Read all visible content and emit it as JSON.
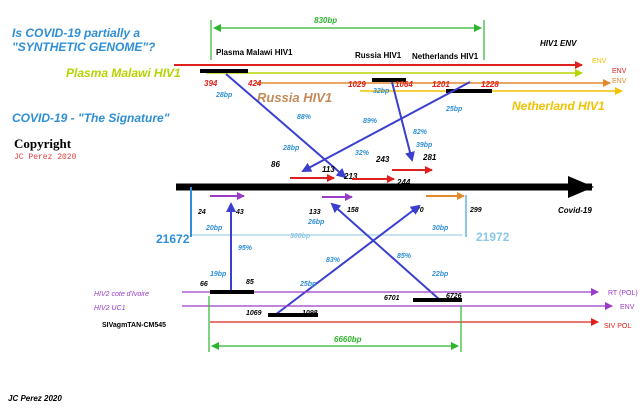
{
  "title_question": "Is COVID-19 partially a \"SYNTHETIC GENOME\"?",
  "subtitle_signature": "COVID-19 - \"The Signature\"",
  "copyright": "Copyright",
  "copyright_author": "JC Perez 2020",
  "footer_author": "JC Perez 2020",
  "top_span": "830bp",
  "bottom_span": "6660bp",
  "labels": {
    "plasma_malawi_top": "Plasma Malawi HIV1",
    "russia_top": "Russia HIV1",
    "netherlands_top": "Netherlands HIV1",
    "hiv1_env": "HIV1 ENV",
    "plasma_malawi_big": "Plasma Malawi HIV1",
    "russia_big": "Russia HIV1",
    "netherlands_big": "Netherland HIV1",
    "covid19": "Covid-19",
    "env1": "ENV",
    "env2": "ENV",
    "env3": "ENV",
    "hiv2_cote": "HIV2 cote d'Ivoire",
    "hiv2_uc1": "HIV2 UC1",
    "siv": "SIVagmTAN-CM545",
    "rt_pol": "RT (POL)",
    "env_bottom": "ENV",
    "siv_pol": "SIV POL"
  },
  "positions": {
    "p394": "394",
    "p424": "424",
    "p1029": "1029",
    "p1064": "1064",
    "p1201": "1201",
    "p1228": "1228",
    "c86": "86",
    "c113": "113",
    "c213": "213",
    "c243": "243",
    "c244": "244",
    "c281": "281",
    "c24": "24",
    "c43": "43",
    "c133": "133",
    "c158": "158",
    "c270": "270",
    "c299": "299",
    "g21672": "21672",
    "g21972": "21972",
    "h66": "66",
    "h85": "85",
    "h1069": "1069",
    "h1098": "1098",
    "h6701": "6701",
    "h6726": "6726"
  },
  "lengths": {
    "l28a": "28bp",
    "l32a": "32bp",
    "l25a": "25bp",
    "l28b": "28bp",
    "l39": "39bp",
    "l20": "20bp",
    "l300": "300bp",
    "l26": "26bp",
    "l30": "30bp",
    "l19": "19bp",
    "l25b": "25bp",
    "l22": "22bp"
  },
  "identities": {
    "i88": "88%",
    "i89": "89%",
    "i82": "82%",
    "i32": "32%",
    "i95": "95%",
    "i83": "83%",
    "i85": "85%"
  },
  "colors": {
    "blue_arrow": "#3a3fd0",
    "red": "#e0201c",
    "green": "#2db52d",
    "yellow": "#f2c200",
    "orange": "#e08a2c",
    "purple": "#9a3cc8",
    "cyan": "#2e8fd6",
    "light_cyan": "#8cc7e6",
    "lime": "#b7d400"
  }
}
